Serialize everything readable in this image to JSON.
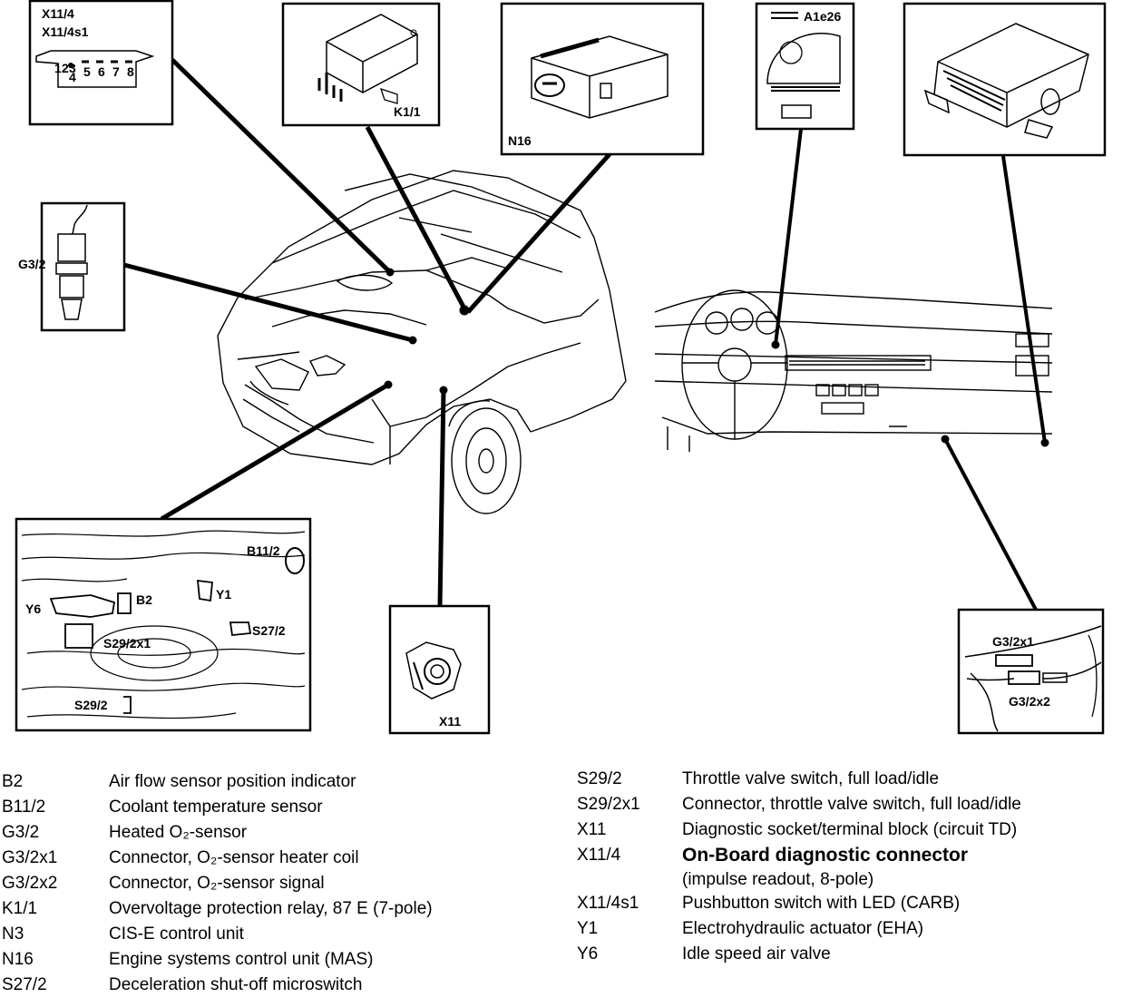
{
  "callouts": {
    "x11_4": "X11/4",
    "x11_4s1": "X11/4s1",
    "k1_1": "K1/1",
    "n16": "N16",
    "a1e26": "A1e26",
    "g3_2": "G3/2",
    "b11_2": "B11/2",
    "y6": "Y6",
    "b2": "B2",
    "y1": "Y1",
    "s27_2": "S27/2",
    "s29_2x1": "S29/2x1",
    "s29_2": "S29/2",
    "x11": "X11",
    "g3_2x1": "G3/2x1",
    "g3_2x2": "G3/2x2",
    "pin_digits": [
      "1",
      "2",
      "3",
      "4",
      "5",
      "6",
      "7",
      "8"
    ]
  },
  "legend_left": [
    {
      "code": "B2",
      "desc": "Air flow sensor position indicator"
    },
    {
      "code": "B11/2",
      "desc": "Coolant temperature sensor"
    },
    {
      "code": "G3/2",
      "desc": "Heated O₂-sensor"
    },
    {
      "code": "G3/2x1",
      "desc": "Connector, O₂-sensor heater coil"
    },
    {
      "code": "G3/2x2",
      "desc": "Connector, O₂-sensor signal"
    },
    {
      "code": "K1/1",
      "desc": "Overvoltage protection relay, 87 E (7-pole)"
    },
    {
      "code": "N3",
      "desc": "CIS-E control unit"
    },
    {
      "code": "N16",
      "desc": "Engine systems control unit (MAS)"
    },
    {
      "code": "S27/2",
      "desc": "Deceleration shut-off microswitch"
    }
  ],
  "legend_right": [
    {
      "code": "S29/2",
      "desc": "Throttle valve switch, full load/idle"
    },
    {
      "code": "S29/2x1",
      "desc": "Connector, throttle valve switch, full load/idle"
    },
    {
      "code": "X11",
      "desc": "Diagnostic socket/terminal block (circuit TD)"
    },
    {
      "code": "X11/4",
      "desc": "On-Board diagnostic connector",
      "desc2": "(impulse readout, 8-pole)"
    },
    {
      "code": "X11/4s1",
      "desc": "Pushbutton switch with LED (CARB)"
    },
    {
      "code": "Y1",
      "desc": "Electrohydraulic actuator (EHA)"
    },
    {
      "code": "Y6",
      "desc": "Idle speed air valve"
    }
  ]
}
